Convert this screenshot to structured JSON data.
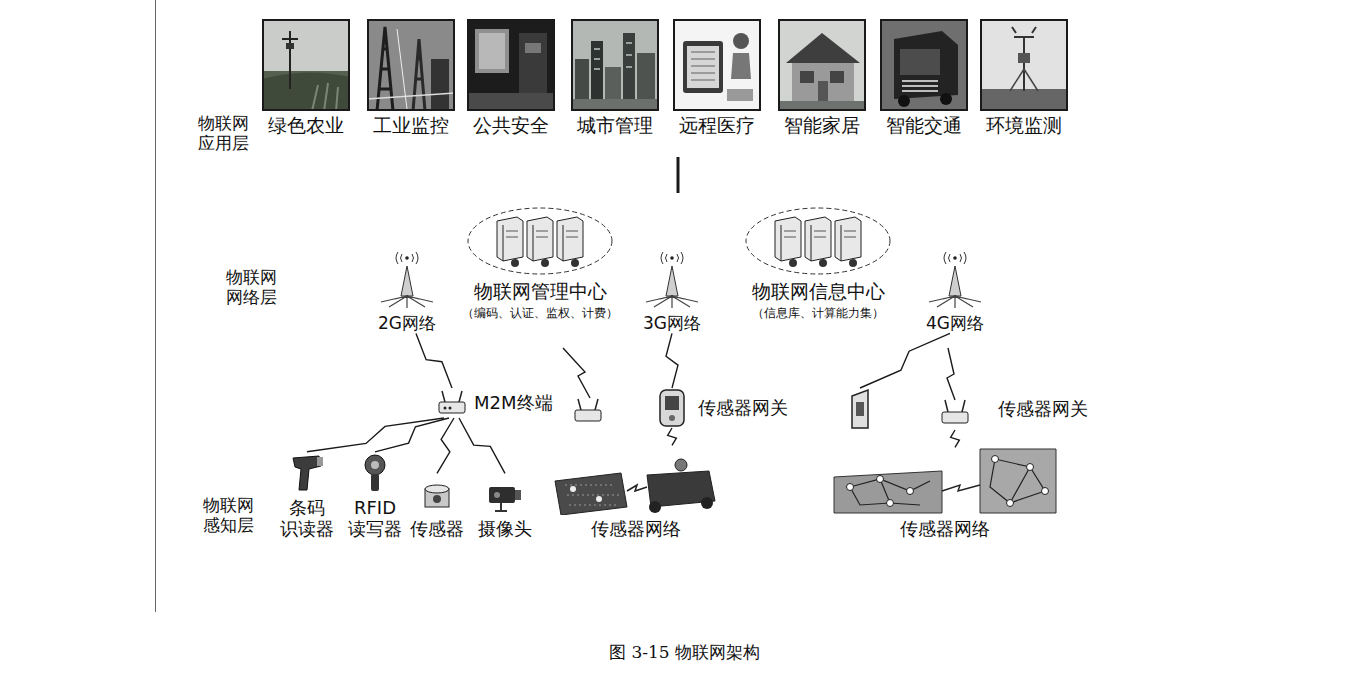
{
  "diagram": {
    "caption": "图 3-15 物联网架构",
    "nodes": [
      {
        "text": [
          "物联网 应用层"
        ]
      },
      {
        "text": [
          "绿色农业"
        ],
        "in": 0
      },
      {
        "text": [
          "工业监控"
        ],
        "in": 0
      },
      {
        "text": [
          "公共安全"
        ],
        "in": 0
      },
      {
        "text": [
          "城市管理"
        ],
        "in": 0
      },
      {
        "text": [
          "远程医疗"
        ],
        "in": 0
      },
      {
        "text": [
          "智能家居"
        ],
        "in": 0
      },
      {
        "text": [
          "智能交通"
        ],
        "in": 0
      },
      {
        "text": [
          "环境监测"
        ],
        "in": 0
      },
      {
        "text": [
          "物联网 网络层"
        ]
      },
      {
        "text": [
          "2G网络"
        ],
        "in": 9
      },
      {
        "text": [
          "物联网管理中心",
          "（编码、认证、监权、计费）"
        ],
        "in": 9
      },
      {
        "text": [
          "3G网络"
        ],
        "in": 9
      },
      {
        "text": [
          "物联网信息中心",
          "（信息库、计算能力集）"
        ],
        "in": 9
      },
      {
        "text": [
          "4G网络"
        ],
        "in": 9
      },
      {
        "text": [
          "物联网 感知层"
        ]
      },
      {
        "text": [
          "M2M终端"
        ],
        "in": 15
      },
      {
        "text": [
          "传感器网关"
        ],
        "in": 15
      },
      {
        "text": [
          "传感器网关"
        ],
        "in": 15
      },
      {
        "text": [
          "条码 识读器"
        ],
        "in": 15
      },
      {
        "text": [
          "RFID 读写器"
        ],
        "in": 15
      },
      {
        "text": [
          "传感器"
        ],
        "in": 15
      },
      {
        "text": [
          "摄像头"
        ],
        "in": 15
      },
      {
        "text": [
          "传感器网络"
        ],
        "in": 15
      },
      {
        "text": [
          "传感器网络"
        ],
        "in": 15
      }
    ],
    "edges": [
      {
        "from": 9,
        "to": 0,
        "arrow": "none"
      },
      {
        "from": 19,
        "to": 16,
        "arrow": "none"
      },
      {
        "from": 20,
        "to": 16,
        "arrow": "none"
      },
      {
        "from": 21,
        "to": 16,
        "arrow": "none"
      },
      {
        "from": 22,
        "to": 16,
        "arrow": "none"
      },
      {
        "from": 16,
        "to": 10,
        "arrow": "none"
      },
      {
        "from": 23,
        "to": 17,
        "arrow": "none"
      },
      {
        "from": 17,
        "to": 12,
        "arrow": "none"
      },
      {
        "from": 24,
        "to": 18,
        "arrow": "none"
      },
      {
        "from": 18,
        "to": 14,
        "arrow": "none"
      }
    ]
  }
}
